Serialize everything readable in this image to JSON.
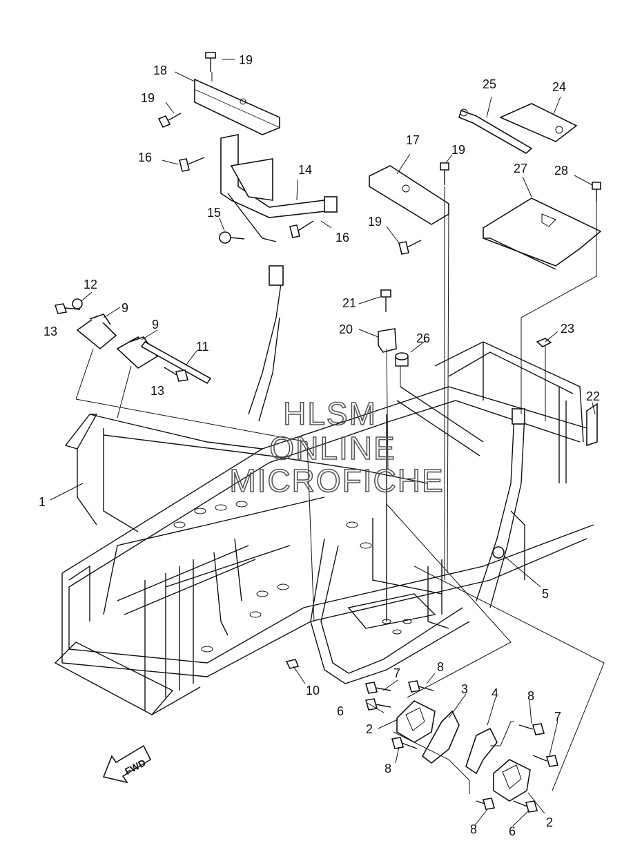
{
  "watermark": {
    "line1": "HLSM",
    "line2": "ONLINE",
    "line3": "MICROFICHE"
  },
  "fwd_label": "FWD",
  "callouts": {
    "c1": "1",
    "c2a": "2",
    "c2b": "2",
    "c3": "3",
    "c4": "4",
    "c5": "5",
    "c6a": "6",
    "c6b": "6",
    "c7a": "7",
    "c7b": "7",
    "c8a": "8",
    "c8b": "8",
    "c8c": "8",
    "c8d": "8",
    "c9a": "9",
    "c9b": "9",
    "c10": "10",
    "c11": "11",
    "c12": "12",
    "c13a": "13",
    "c13b": "13",
    "c14": "14",
    "c15": "15",
    "c16a": "16",
    "c16b": "16",
    "c17": "17",
    "c18": "18",
    "c19a": "19",
    "c19b": "19",
    "c19c": "19",
    "c19d": "19",
    "c20": "20",
    "c21": "21",
    "c22": "22",
    "c23": "23",
    "c24": "24",
    "c25": "25",
    "c26": "26",
    "c27": "27",
    "c28": "28"
  }
}
